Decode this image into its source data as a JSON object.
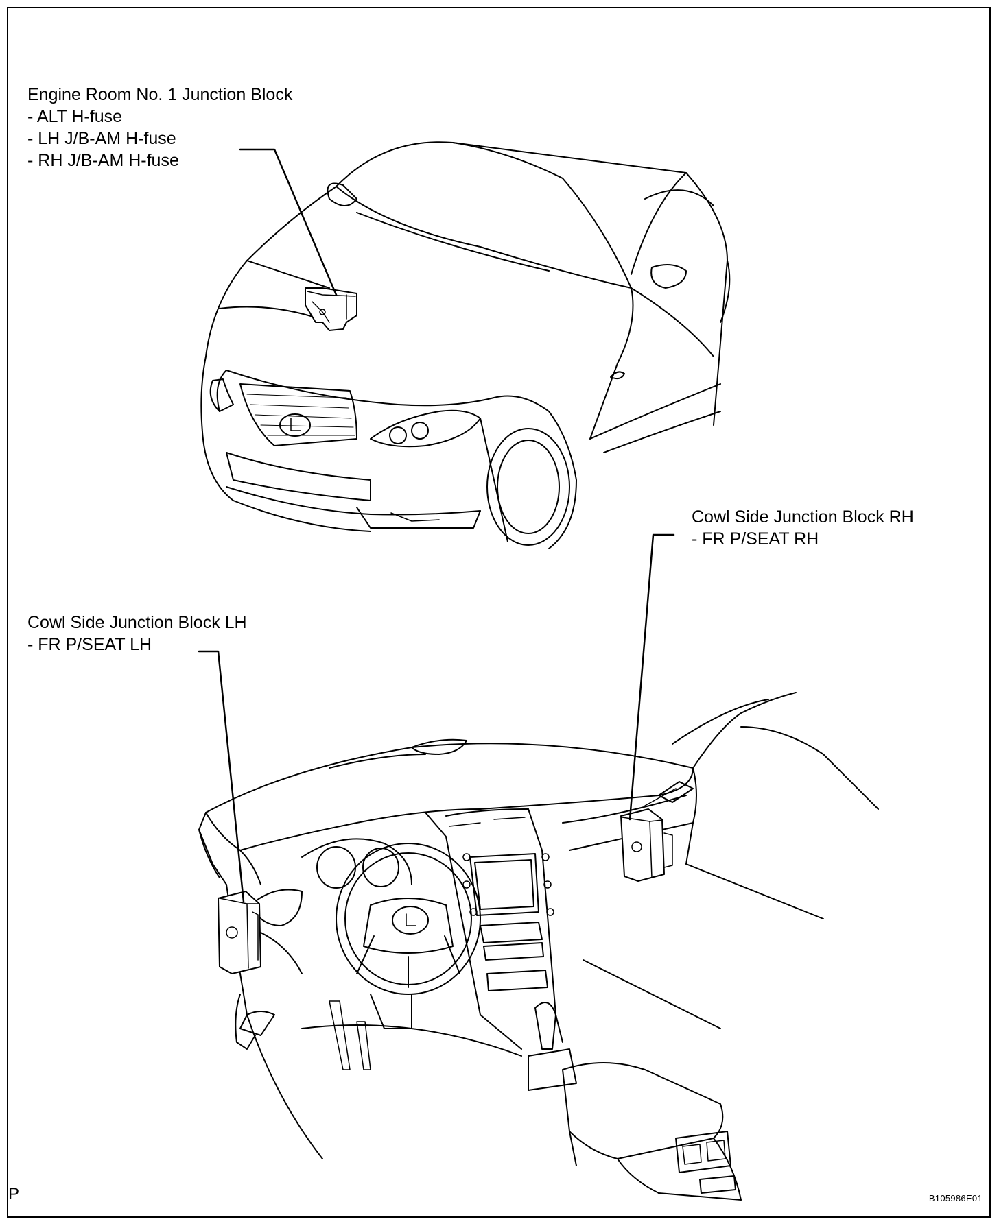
{
  "labels": {
    "engine_room": {
      "title": "Engine Room No. 1 Junction Block",
      "items": [
        "- ALT H-fuse",
        "- LH J/B-AM H-fuse",
        "- RH J/B-AM H-fuse"
      ]
    },
    "cowl_rh": {
      "title": "Cowl Side Junction Block RH",
      "items": [
        "- FR P/SEAT RH"
      ]
    },
    "cowl_lh": {
      "title": "Cowl Side Junction Block LH",
      "items": [
        "- FR P/SEAT LH"
      ]
    }
  },
  "corner_mark": "P",
  "figure_code": "B105986E01"
}
